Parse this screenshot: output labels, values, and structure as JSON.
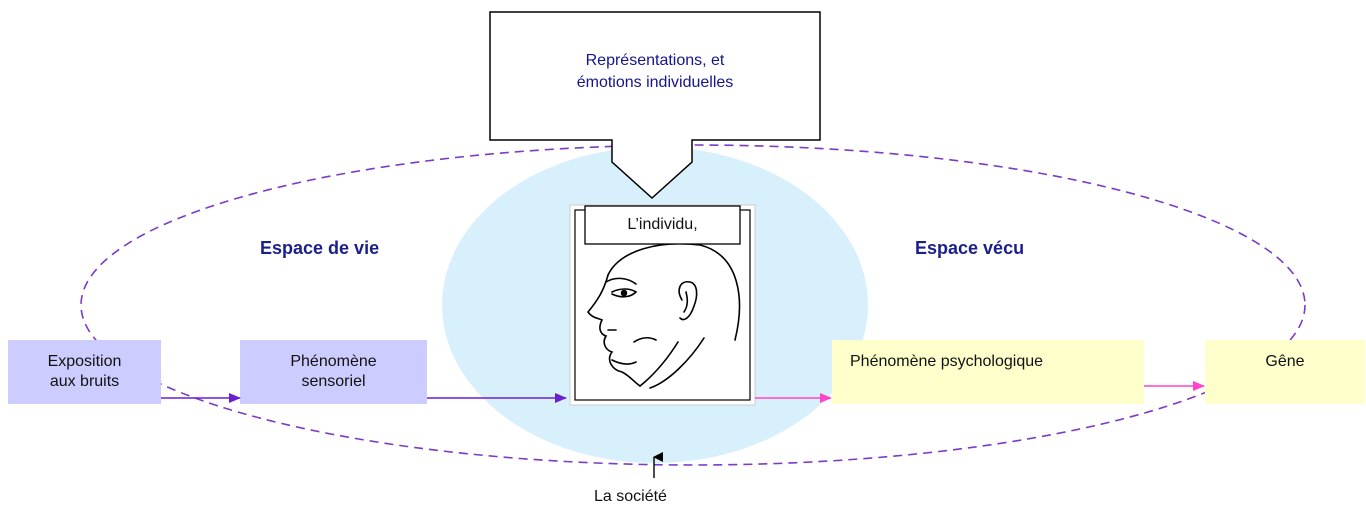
{
  "callout": {
    "line1": "Représentations, et",
    "line2": "émotions individuelles"
  },
  "zones": {
    "left": "Espace de vie",
    "right": "Espace vécu"
  },
  "person": {
    "label": "L’individu,"
  },
  "boxes": {
    "exposure": {
      "line1": "Exposition",
      "line2": "aux bruits"
    },
    "sensory": {
      "line1": "Phénomène",
      "line2": "sensoriel"
    },
    "psychological": {
      "label": "Phénomène psychologique"
    },
    "annoyance": {
      "label": "Gêne"
    }
  },
  "society": {
    "label": "La société"
  },
  "colors": {
    "ellipse_fill": "#d8f0fb",
    "dashed_outline": "#7a3cc4",
    "purple_box": "#ccccff",
    "yellow_box": "#ffffcc",
    "purple_arrow": "#6a1fd0",
    "pink_arrow": "#ff44cc",
    "heading_text": "#1a1f8c"
  }
}
